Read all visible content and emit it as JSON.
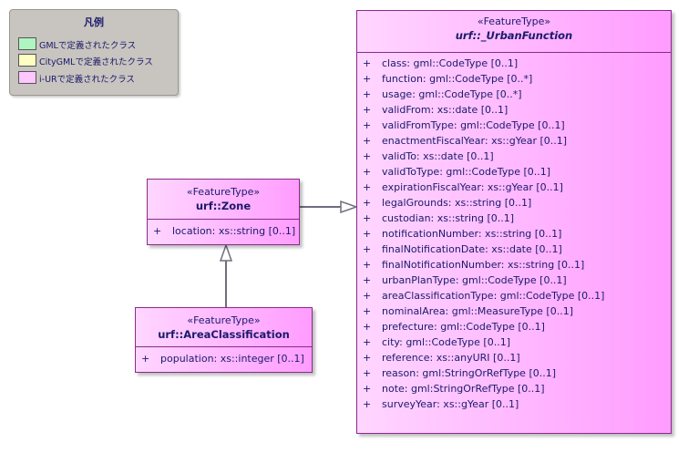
{
  "legend": {
    "title": "凡例",
    "items": [
      {
        "label": "GMLで定義されたクラス",
        "color": "#aef5c2"
      },
      {
        "label": "CityGMLで定義されたクラス",
        "color": "#ffffc2"
      },
      {
        "label": "i-URで定義されたクラス",
        "color": "#ffc6ff"
      }
    ]
  },
  "classes": {
    "urban_function": {
      "stereotype": "«FeatureType»",
      "name": "urf::_UrbanFunction",
      "attributes": [
        {
          "vis": "+",
          "text": "class: gml::CodeType [0..1]"
        },
        {
          "vis": "+",
          "text": "function: gml::CodeType [0..*]"
        },
        {
          "vis": "+",
          "text": "usage: gml::CodeType [0..*]"
        },
        {
          "vis": "+",
          "text": "validFrom: xs::date [0..1]"
        },
        {
          "vis": "+",
          "text": "validFromType: gml::CodeType [0..1]"
        },
        {
          "vis": "+",
          "text": "enactmentFiscalYear: xs::gYear [0..1]"
        },
        {
          "vis": "+",
          "text": "validTo: xs::date [0..1]"
        },
        {
          "vis": "+",
          "text": "validToType: gml::CodeType [0..1]"
        },
        {
          "vis": "+",
          "text": "expirationFiscalYear: xs::gYear [0..1]"
        },
        {
          "vis": "+",
          "text": "legalGrounds: xs::string [0..1]"
        },
        {
          "vis": "+",
          "text": "custodian: xs::string [0..1]"
        },
        {
          "vis": "+",
          "text": "notificationNumber: xs::string [0..1]"
        },
        {
          "vis": "+",
          "text": "finalNotificationDate: xs::date [0..1]"
        },
        {
          "vis": "+",
          "text": "finalNotificationNumber: xs::string [0..1]"
        },
        {
          "vis": "+",
          "text": "urbanPlanType: gml::CodeType [0..1]"
        },
        {
          "vis": "+",
          "text": "areaClassificationType: gml::CodeType [0..1]"
        },
        {
          "vis": "+",
          "text": "nominalArea: gml::MeasureType [0..1]"
        },
        {
          "vis": "+",
          "text": "prefecture: gml::CodeType [0..1]"
        },
        {
          "vis": "+",
          "text": "city: gml::CodeType [0..1]"
        },
        {
          "vis": "+",
          "text": "reference: xs::anyURI [0..1]"
        },
        {
          "vis": "+",
          "text": "reason: gml:StringOrRefType [0..1]"
        },
        {
          "vis": "+",
          "text": "note: gml:StringOrRefType [0..1]"
        },
        {
          "vis": "+",
          "text": "surveyYear: xs::gYear [0..1]"
        }
      ]
    },
    "zone": {
      "stereotype": "«FeatureType»",
      "name": "urf::Zone",
      "attributes": [
        {
          "vis": "+",
          "text": "location: xs::string [0..1]"
        }
      ]
    },
    "area_classification": {
      "stereotype": "«FeatureType»",
      "name": "urf::AreaClassification",
      "attributes": [
        {
          "vis": "+",
          "text": "population: xs::integer [0..1]"
        }
      ]
    }
  }
}
